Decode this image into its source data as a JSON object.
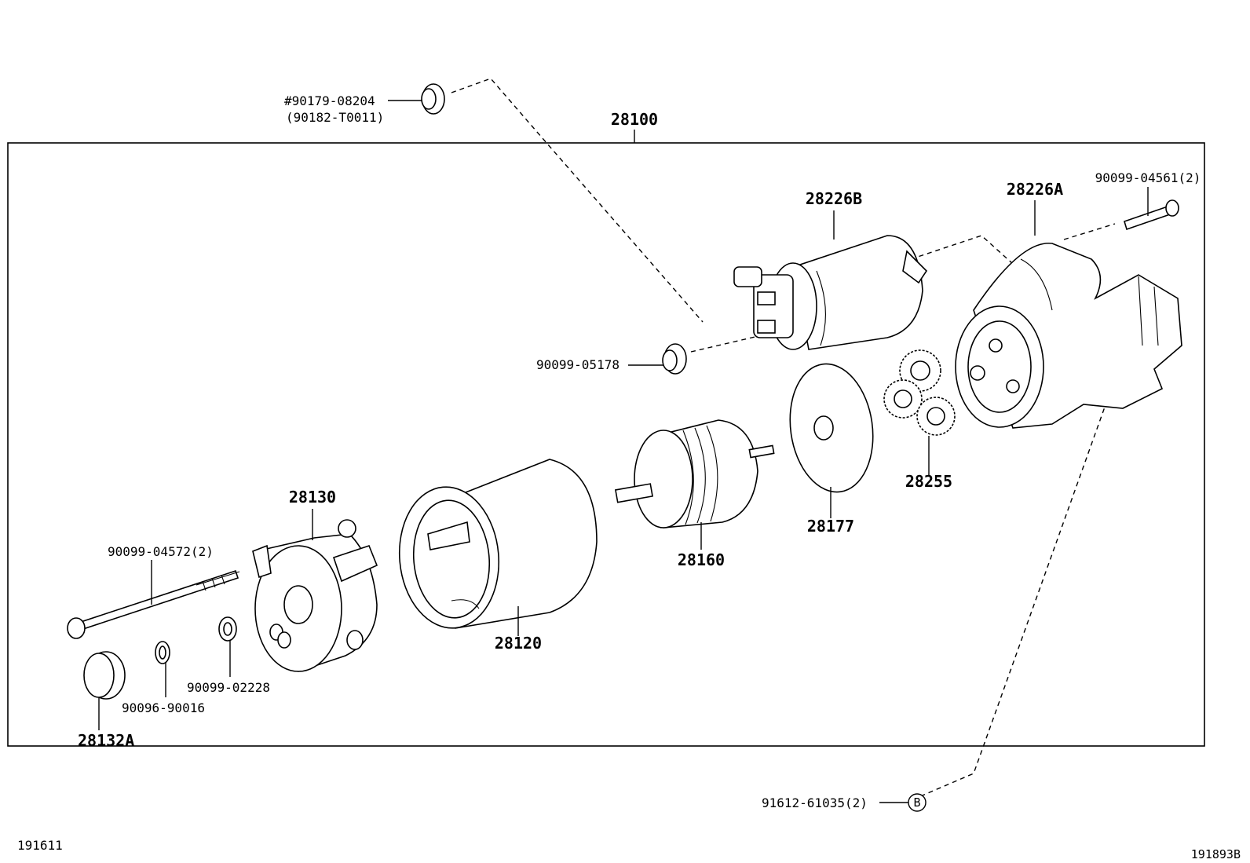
{
  "labels": {
    "bolt_top_ref_1": "#90179-08204",
    "bolt_top_ref_2": "(90182-T0011)",
    "assembly": "28100",
    "solenoid": "28226B",
    "housing": "28226A",
    "bolt_right": "90099-04561(2)",
    "nut_mid": "90099-05178",
    "gear_set": "28255",
    "plate": "28177",
    "armature": "28160",
    "yoke": "28120",
    "end_frame": "28130",
    "through_bolt": "90099-04572(2)",
    "washer": "90099-02228",
    "clip": "90096-90016",
    "cap": "28132A",
    "screw_bottom": "91612-61035(2)",
    "marker_b": "B",
    "code_left": "191611",
    "code_right": "191893B"
  }
}
